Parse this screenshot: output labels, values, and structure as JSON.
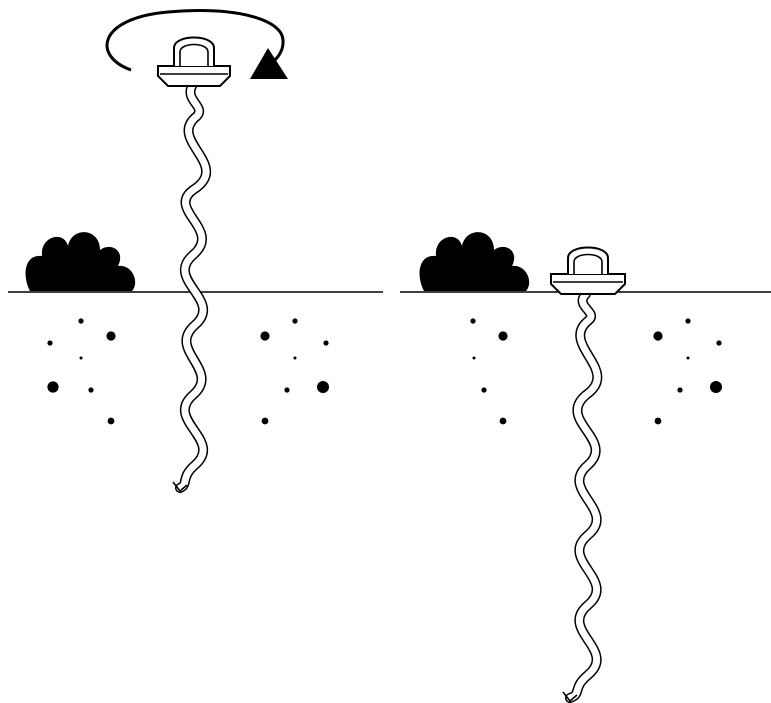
{
  "colors": {
    "background": "#ffffff",
    "ink": "#000000"
  },
  "panels": [
    {
      "id": "left",
      "state": "being-screwed-in",
      "rotation_arrow": true
    },
    {
      "id": "right",
      "state": "fully-inserted",
      "rotation_arrow": false
    }
  ],
  "icons": [
    "rotation-arrow-icon",
    "bush-icon",
    "ground-anchor-icon",
    "soil-pebble-icon"
  ]
}
